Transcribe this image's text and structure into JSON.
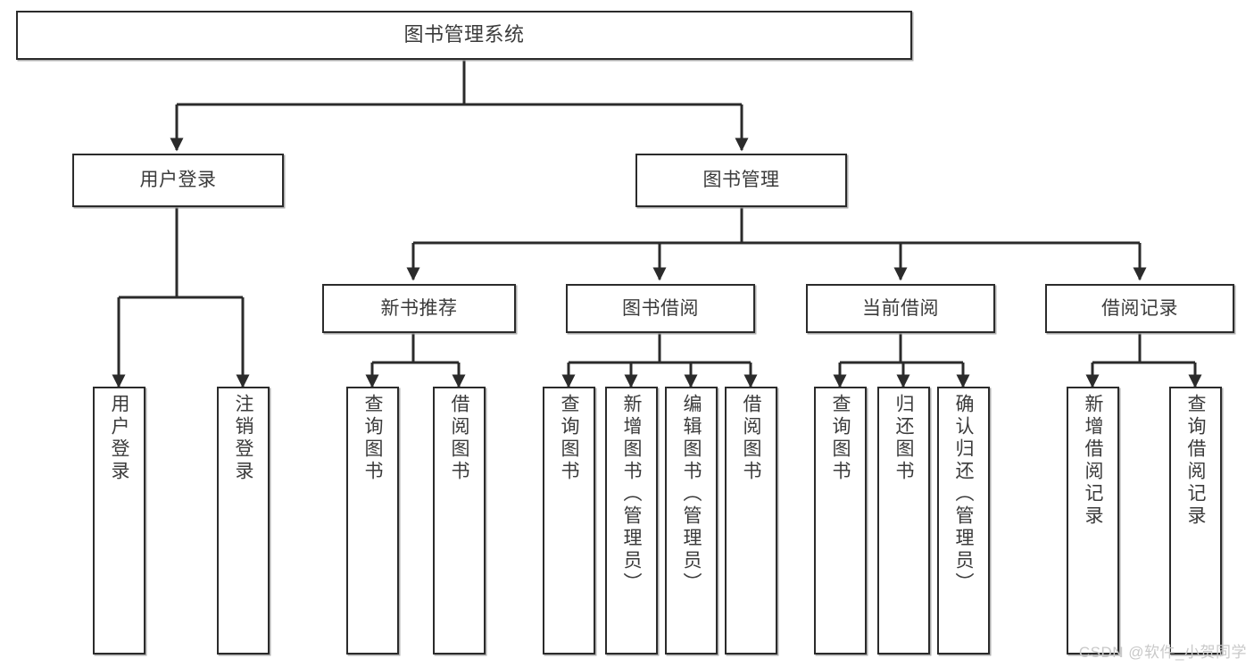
{
  "diagram": {
    "title": "图书管理系统",
    "type": "tree-hierarchy-chart",
    "watermark": "CSDN @软件_小贺同学",
    "colors": {
      "box_border": "#2b2b2b",
      "box_fill": "#ffffff",
      "connector": "#2b2b2b",
      "text": "#3b3b3b",
      "watermark": "#c9c9c9",
      "background": "#ffffff"
    },
    "levels": {
      "root": {
        "label": "图书管理系统"
      },
      "level1": [
        {
          "label": "用户登录"
        },
        {
          "label": "图书管理"
        }
      ],
      "level2": [
        {
          "label": "新书推荐"
        },
        {
          "label": "图书借阅"
        },
        {
          "label": "当前借阅"
        },
        {
          "label": "借阅记录"
        }
      ],
      "leaves": {
        "user_login": [
          {
            "label": "用户登录"
          },
          {
            "label": "注销登录"
          }
        ],
        "new_book_recommend": [
          {
            "label": "查询图书"
          },
          {
            "label": "借阅图书"
          }
        ],
        "book_borrow": [
          {
            "label": "查询图书"
          },
          {
            "label": "新增图书（管理员）"
          },
          {
            "label": "编辑图书（管理员）"
          },
          {
            "label": "借阅图书"
          }
        ],
        "current_borrow": [
          {
            "label": "查询图书"
          },
          {
            "label": "归还图书"
          },
          {
            "label": "确认归还（管理员）"
          }
        ],
        "borrow_record": [
          {
            "label": "新增借阅记录"
          },
          {
            "label": "查询借阅记录"
          }
        ]
      }
    }
  }
}
